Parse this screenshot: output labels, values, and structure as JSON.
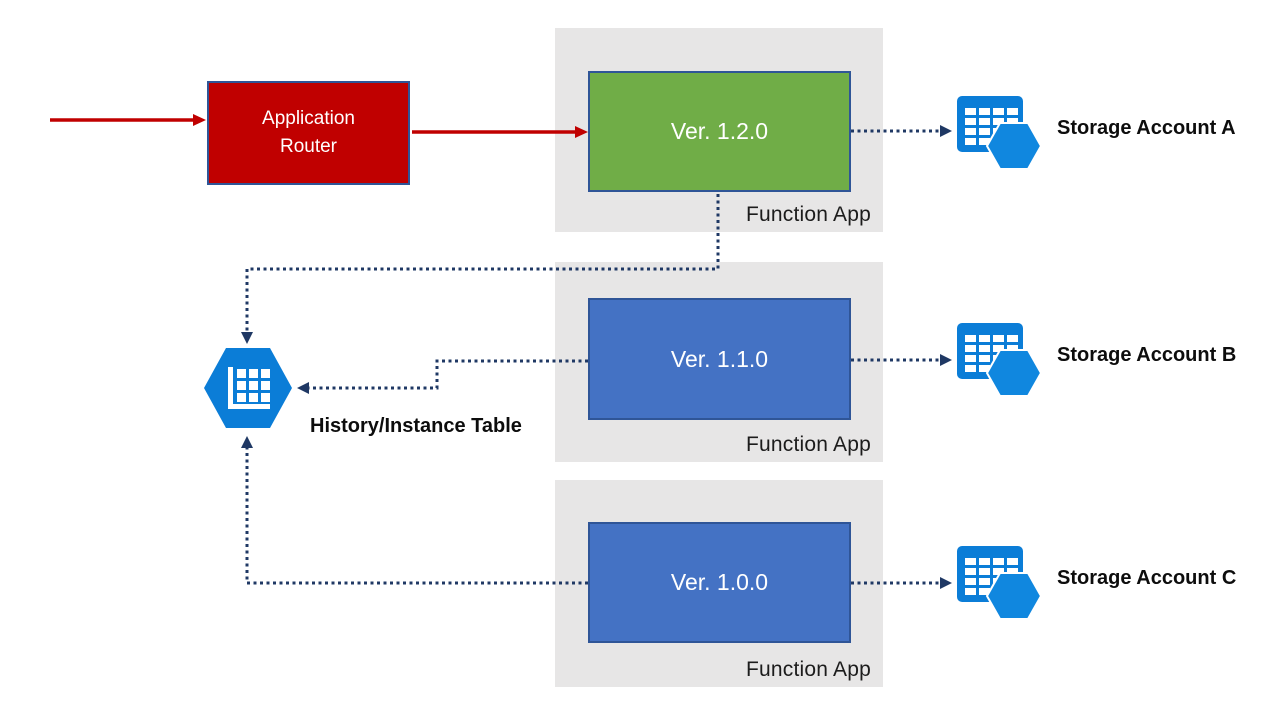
{
  "router": {
    "label": "Application Router"
  },
  "function_apps": [
    {
      "version": "Ver. 1.2.0",
      "container_label": "Function App",
      "color": "#70AD47"
    },
    {
      "version": "Ver. 1.1.0",
      "container_label": "Function App",
      "color": "#4472C4"
    },
    {
      "version": "Ver. 1.0.0",
      "container_label": "Function App",
      "color": "#4472C4"
    }
  ],
  "storage_accounts": [
    {
      "label": "Storage Account A"
    },
    {
      "label": "Storage Account B"
    },
    {
      "label": "Storage Account C"
    }
  ],
  "history_table": {
    "label": "History/Instance Table"
  },
  "colors": {
    "router_red": "#C00000",
    "red_arrow": "#C00000",
    "green_box": "#70AD47",
    "blue_box": "#4472C4",
    "box_border": "#2F5597",
    "container_gray": "#E7E6E6",
    "dotted_arrow_navy": "#1F3864",
    "azure_icon_blue": "#0B7DD7",
    "azure_icon_blue_light": "#1087DF"
  }
}
